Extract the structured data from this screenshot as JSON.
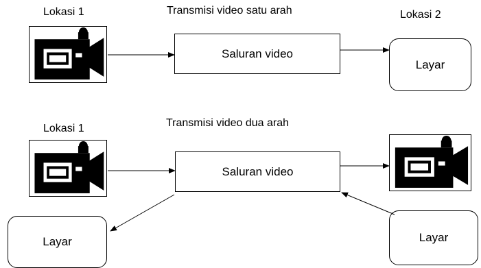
{
  "top": {
    "title": "Transmisi video satu arah",
    "location1": "Lokasi 1",
    "location2": "Lokasi 2",
    "channel": "Saluran video",
    "screen": "Layar",
    "camera_icon": "video-camera-icon"
  },
  "bottom": {
    "title": "Transmisi video dua arah",
    "location1": "Lokasi 1",
    "channel": "Saluran video",
    "screen_left": "Layar",
    "screen_right": "Layar",
    "camera_left_icon": "video-camera-icon",
    "camera_right_icon": "video-camera-icon"
  }
}
